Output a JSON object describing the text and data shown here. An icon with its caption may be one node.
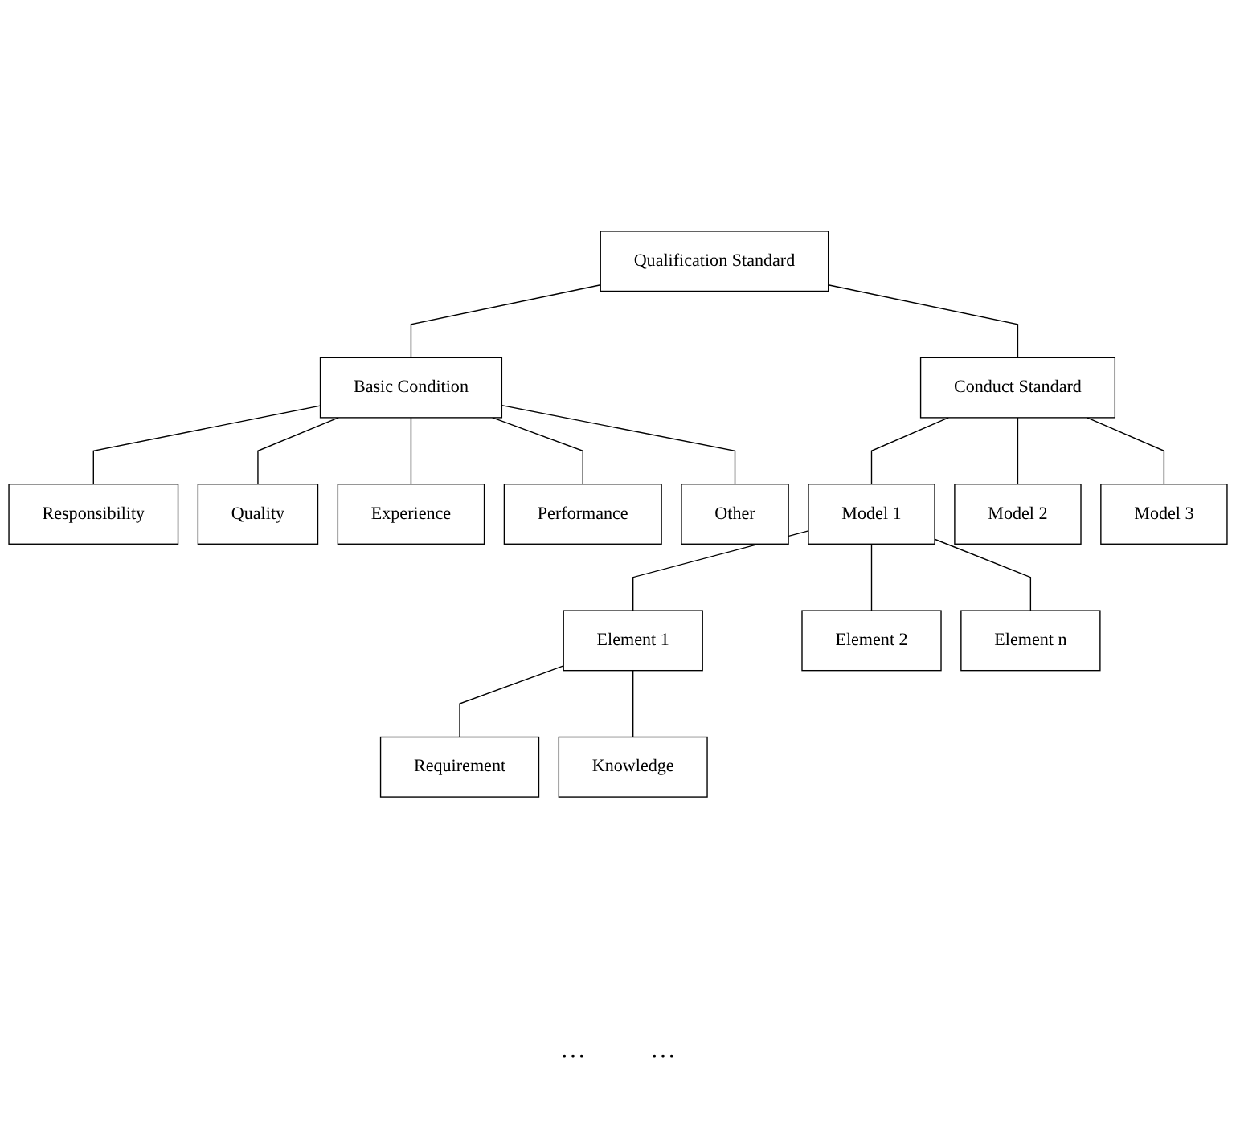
{
  "diagram": {
    "nodes": [
      {
        "text": [
          "Qualification Standard"
        ]
      },
      {
        "text": [
          "Basic Condition"
        ]
      },
      {
        "text": [
          "Conduct Standard"
        ]
      },
      {
        "text": [
          "Responsibility"
        ]
      },
      {
        "text": [
          "Quality"
        ]
      },
      {
        "text": [
          "Experience"
        ]
      },
      {
        "text": [
          "Performance"
        ]
      },
      {
        "text": [
          "Other"
        ]
      },
      {
        "text": [
          "Model 1"
        ]
      },
      {
        "text": [
          "Model 2"
        ]
      },
      {
        "text": [
          "Model 3"
        ]
      },
      {
        "text": [
          "Element 1"
        ]
      },
      {
        "text": [
          "Element 2"
        ]
      },
      {
        "text": [
          "Element n"
        ]
      },
      {
        "text": [
          "Requirement"
        ]
      },
      {
        "text": [
          "Knowledge"
        ]
      }
    ],
    "edges": [
      {
        "from": 0,
        "to": 1,
        "arrow": "none"
      },
      {
        "from": 0,
        "to": 2,
        "arrow": "none"
      },
      {
        "from": 1,
        "to": 3,
        "arrow": "none"
      },
      {
        "from": 1,
        "to": 4,
        "arrow": "none"
      },
      {
        "from": 1,
        "to": 5,
        "arrow": "none"
      },
      {
        "from": 1,
        "to": 6,
        "arrow": "none"
      },
      {
        "from": 1,
        "to": 7,
        "arrow": "none"
      },
      {
        "from": 2,
        "to": 8,
        "arrow": "none"
      },
      {
        "from": 2,
        "to": 9,
        "arrow": "none"
      },
      {
        "from": 2,
        "to": 10,
        "arrow": "none"
      },
      {
        "from": 8,
        "to": 11,
        "arrow": "none"
      },
      {
        "from": 8,
        "to": 12,
        "arrow": "none"
      },
      {
        "from": 8,
        "to": 13,
        "arrow": "none"
      },
      {
        "from": 11,
        "to": 14,
        "arrow": "none"
      },
      {
        "from": 11,
        "to": 15,
        "arrow": "none"
      }
    ],
    "labels": [
      "…",
      "…"
    ]
  }
}
